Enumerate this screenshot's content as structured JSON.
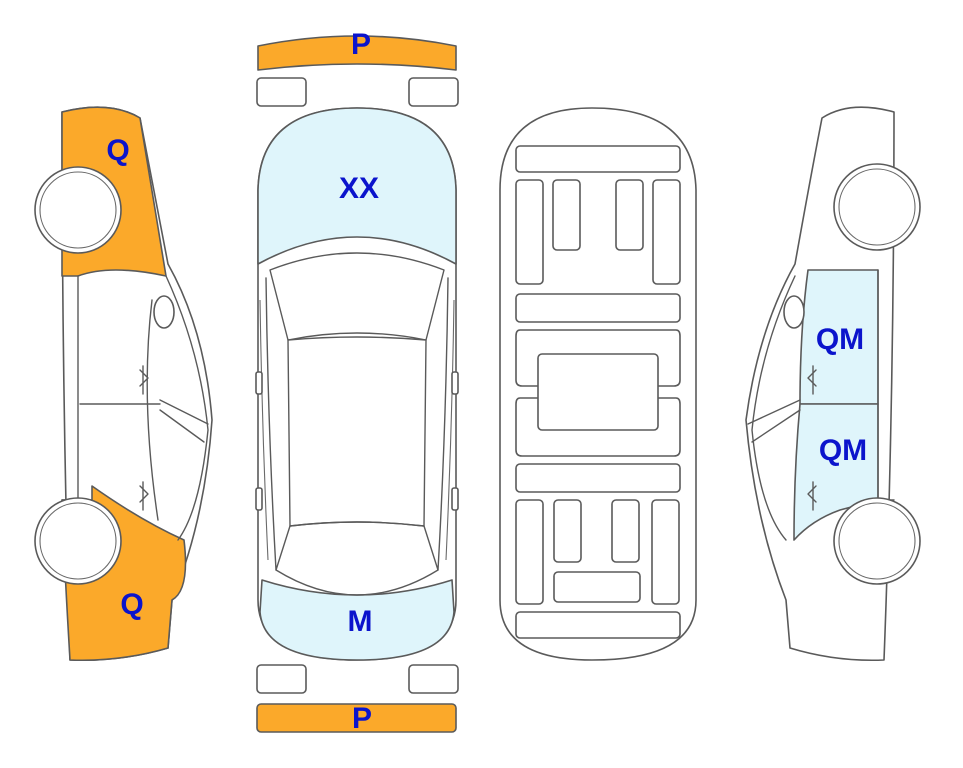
{
  "colors": {
    "damage_orange": "#FBA92A",
    "damage_blue": "#DFF5FB",
    "label_blue": "#0B14CC",
    "outline": "#5A5A5A"
  },
  "labels": {
    "front_bumper": "P",
    "rear_bumper": "P",
    "hood": "XX",
    "trunk": "M",
    "left_front_fender": "Q",
    "left_rear_quarter": "Q",
    "right_front_door": "QM",
    "right_rear_door": "QM"
  }
}
